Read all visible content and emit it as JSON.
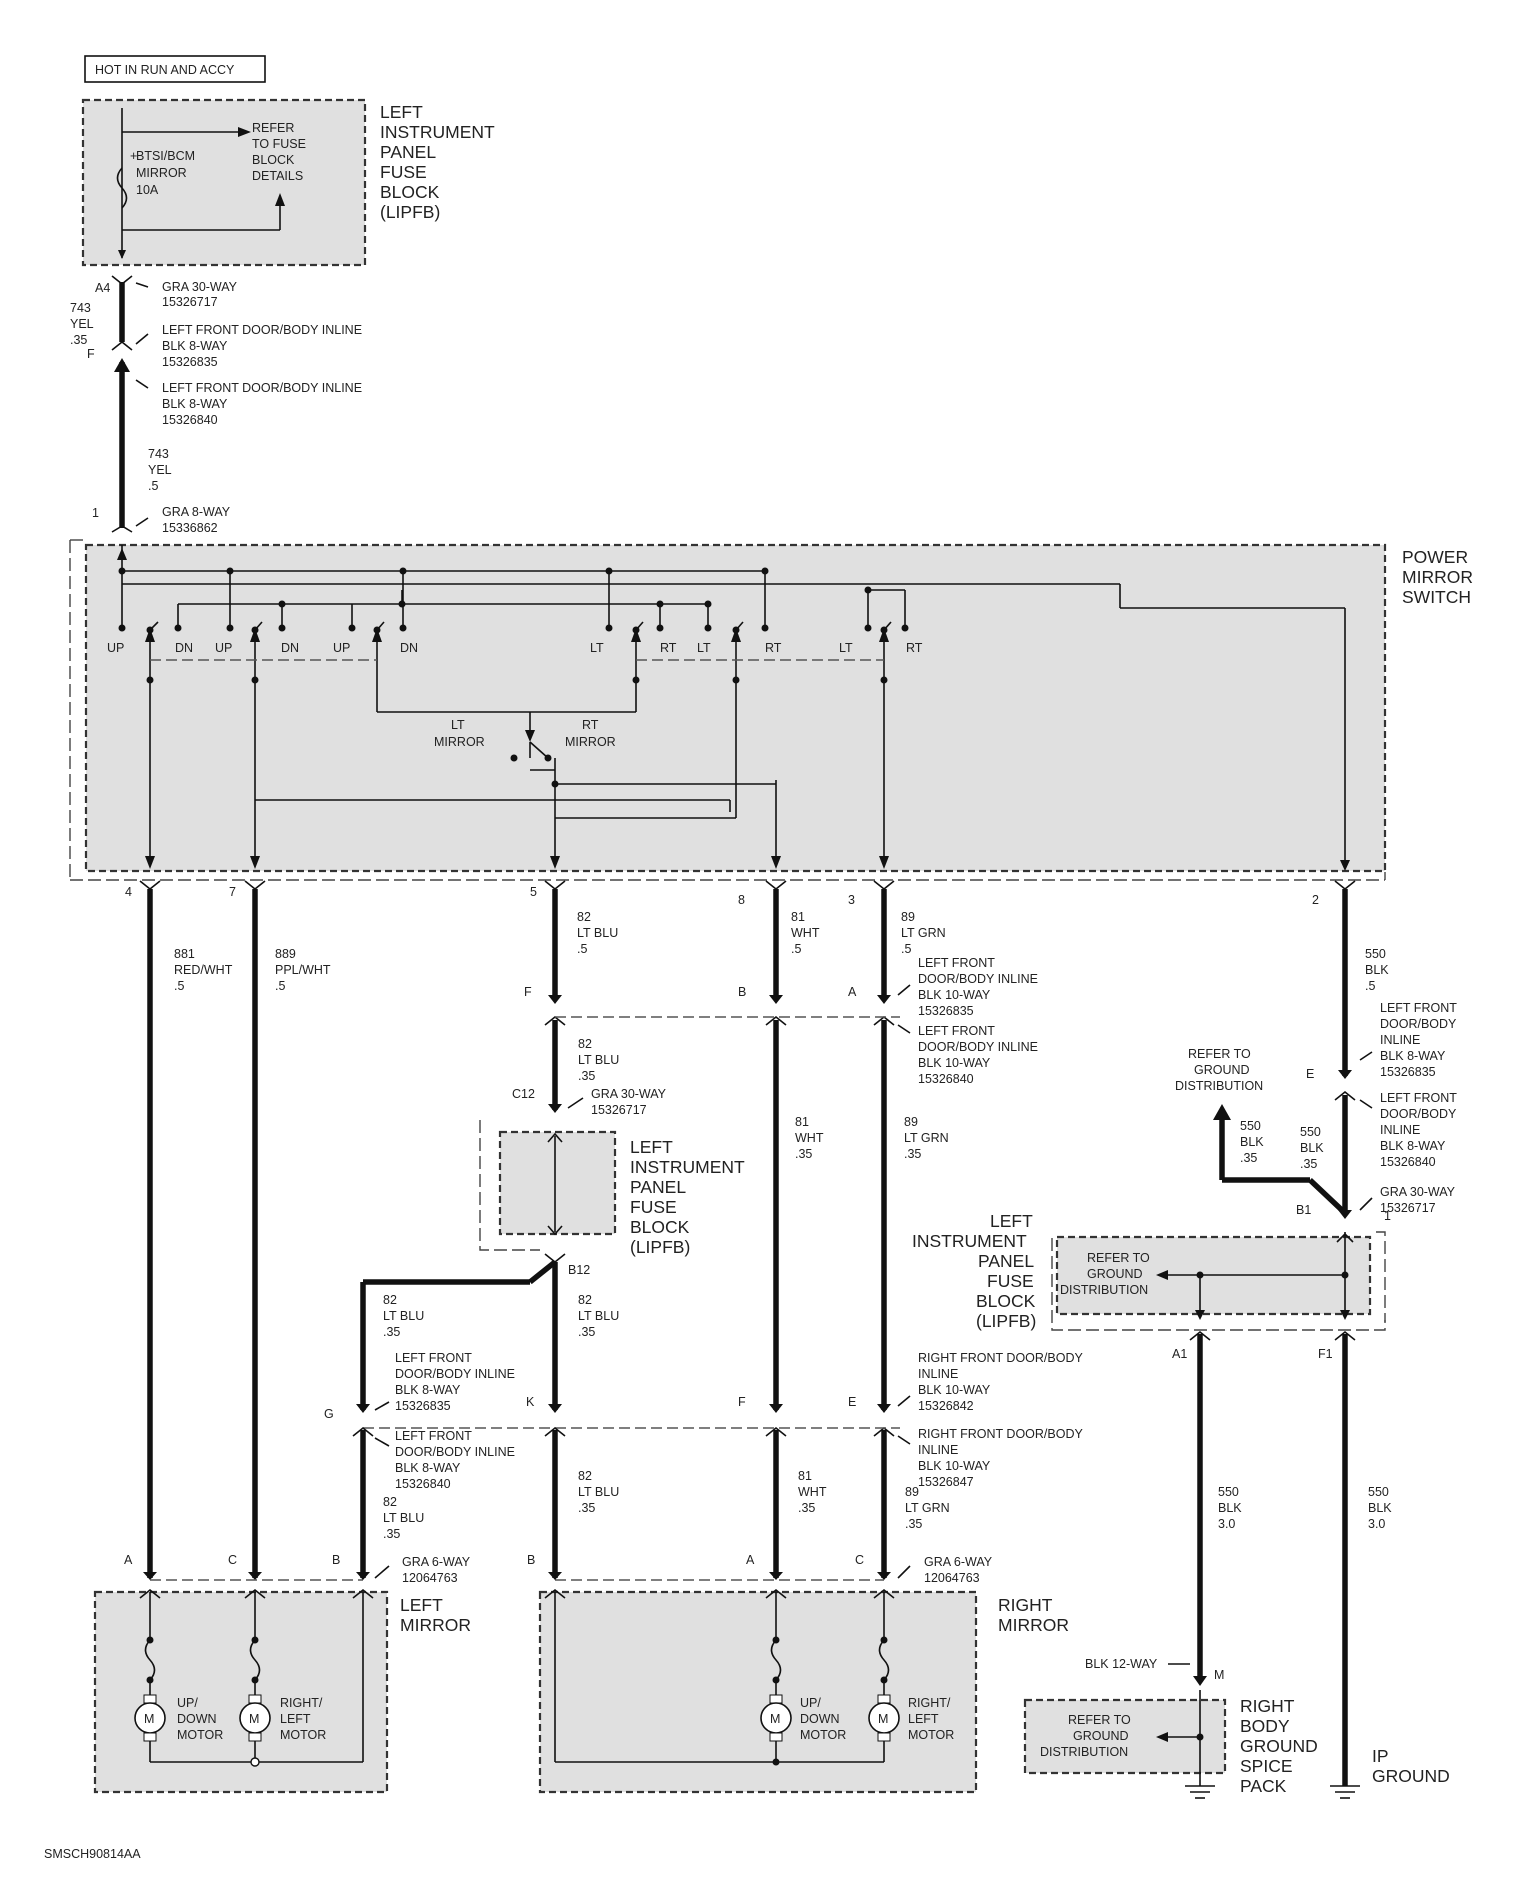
{
  "hot_label": "HOT IN RUN AND ACCY",
  "top_lipfb": {
    "name": [
      "LEFT",
      "INSTRUMENT",
      "PANEL",
      "FUSE",
      "BLOCK",
      "(LIPFB)"
    ],
    "fuse": [
      "BTSI/BCM",
      "MIRROR",
      "10A"
    ],
    "refer": [
      "REFER",
      "TO FUSE",
      "BLOCK",
      "DETAILS"
    ],
    "plus": "+"
  },
  "top_wire": {
    "pin_a4": "A4",
    "wire": [
      "743",
      "YEL",
      ".35"
    ],
    "pin_f": "F",
    "conn1": [
      "GRA 30-WAY",
      "15326717"
    ],
    "conn2": [
      "LEFT FRONT DOOR/BODY INLINE",
      "BLK 8-WAY",
      "15326835"
    ],
    "conn3": [
      "LEFT FRONT DOOR/BODY INLINE",
      "BLK 8-WAY",
      "15326840"
    ],
    "wire2": [
      "743",
      "YEL",
      ".5"
    ],
    "pin_1": "1",
    "conn4": [
      "GRA 8-WAY",
      "15336862"
    ]
  },
  "switch": {
    "name": [
      "POWER",
      "MIRROR",
      "SWITCH"
    ],
    "up": "UP",
    "dn": "DN",
    "lt": "LT",
    "rt": "RT",
    "lt_mirror": [
      "LT",
      "MIRROR"
    ],
    "rt_mirror": [
      "RT",
      "MIRROR"
    ]
  },
  "pins": {
    "p4": "4",
    "p7": "7",
    "p5": "5",
    "p8": "8",
    "p3": "3",
    "p2": "2"
  },
  "wires": {
    "w881": [
      "881",
      "RED/WHT",
      ".5"
    ],
    "w889": [
      "889",
      "PPL/WHT",
      ".5"
    ],
    "w82a": [
      "82",
      "LT BLU",
      ".5"
    ],
    "w81a": [
      "81",
      "WHT",
      ".5"
    ],
    "w89a": [
      "89",
      "LT GRN",
      ".5"
    ],
    "w550a": [
      "550",
      "BLK",
      ".5"
    ],
    "w82b": [
      "82",
      "LT BLU",
      ".35"
    ],
    "w81b": [
      "81",
      "WHT",
      ".35"
    ],
    "w89b": [
      "89",
      "LT GRN",
      ".35"
    ],
    "w550b": [
      "550",
      "BLK",
      ".35"
    ],
    "w550c": [
      "550",
      "BLK",
      ".35"
    ],
    "w82c": [
      "82",
      "LT BLU",
      ".35"
    ],
    "w82d": [
      "82",
      "LT BLU",
      ".35"
    ],
    "w82e": [
      "82",
      "LT BLU",
      ".35"
    ],
    "w81c": [
      "81",
      "WHT",
      ".35"
    ],
    "w89c": [
      "89",
      "LT GRN",
      ".35"
    ],
    "w82f": [
      "82",
      "LT BLU",
      ".35"
    ],
    "w550d": [
      "550",
      "BLK",
      "3.0"
    ],
    "w550e": [
      "550",
      "BLK",
      "3.0"
    ]
  },
  "connectors": {
    "lfd10_a": [
      "LEFT FRONT",
      "DOOR/BODY INLINE",
      "BLK 10-WAY",
      "15326835"
    ],
    "lfd10_b": [
      "LEFT FRONT",
      "DOOR/BODY INLINE",
      "BLK 10-WAY",
      "15326840"
    ],
    "lfd8_r1": [
      "LEFT FRONT",
      "DOOR/BODY",
      "INLINE",
      "BLK 8-WAY",
      "15326835"
    ],
    "lfd8_r2": [
      "LEFT FRONT",
      "DOOR/BODY",
      "INLINE",
      "BLK 8-WAY",
      "15326840"
    ],
    "gra30_c12": [
      "GRA 30-WAY",
      "15326717"
    ],
    "gra30_b1": [
      "GRA 30-WAY",
      "15326717"
    ],
    "lfd8_g1": [
      "LEFT FRONT",
      "DOOR/BODY INLINE",
      "BLK 8-WAY",
      "15326835"
    ],
    "lfd8_g2": [
      "LEFT FRONT",
      "DOOR/BODY INLINE",
      "BLK 8-WAY",
      "15326840"
    ],
    "rfd10_a": [
      "RIGHT FRONT DOOR/BODY",
      "INLINE",
      "BLK 10-WAY",
      "15326842"
    ],
    "rfd10_b": [
      "RIGHT FRONT DOOR/BODY",
      "INLINE",
      "BLK 10-WAY",
      "15326847"
    ],
    "gra6_l": [
      "GRA 6-WAY",
      "12064763"
    ],
    "gra6_r": [
      "GRA 6-WAY",
      "12064763"
    ],
    "blk12": "BLK 12-WAY"
  },
  "pin_labels": {
    "F": "F",
    "B": "B",
    "A": "A",
    "E": "E",
    "C12": "C12",
    "B12": "B12",
    "B1": "B1",
    "one": "1",
    "A1": "A1",
    "F1": "F1",
    "G": "G",
    "K": "K",
    "F2": "F",
    "E2": "E",
    "mA": "A",
    "mC": "C",
    "mB": "B",
    "rB": "B",
    "rA": "A",
    "rC": "C",
    "M": "M"
  },
  "mid_lipfb": [
    "LEFT",
    "INSTRUMENT",
    "PANEL",
    "FUSE",
    "BLOCK",
    "(LIPFB)"
  ],
  "right_lipfb": {
    "name": [
      "LEFT",
      "INSTRUMENT",
      "PANEL",
      "FUSE",
      "BLOCK",
      "(LIPFB)"
    ],
    "refer": [
      "REFER TO",
      "GROUND",
      "DISTRIBUTION"
    ]
  },
  "refer_ground_top": [
    "REFER TO",
    "GROUND",
    "DISTRIBUTION"
  ],
  "left_mirror": {
    "name": [
      "LEFT",
      "MIRROR"
    ],
    "motor1": [
      "UP/",
      "DOWN",
      "MOTOR"
    ],
    "motor2": [
      "RIGHT/",
      "LEFT",
      "MOTOR"
    ],
    "m": "M"
  },
  "right_mirror": {
    "name": [
      "RIGHT",
      "MIRROR"
    ],
    "motor1": [
      "UP/",
      "DOWN",
      "MOTOR"
    ],
    "motor2": [
      "RIGHT/",
      "LEFT",
      "MOTOR"
    ],
    "m": "M"
  },
  "rbgsp": {
    "name": [
      "RIGHT",
      "BODY",
      "GROUND",
      "SPICE",
      "PACK"
    ],
    "refer": [
      "REFER TO",
      "GROUND",
      "DISTRIBUTION"
    ]
  },
  "ip_ground": [
    "IP",
    "GROUND"
  ],
  "figure_id": "SMSCH90814AA"
}
